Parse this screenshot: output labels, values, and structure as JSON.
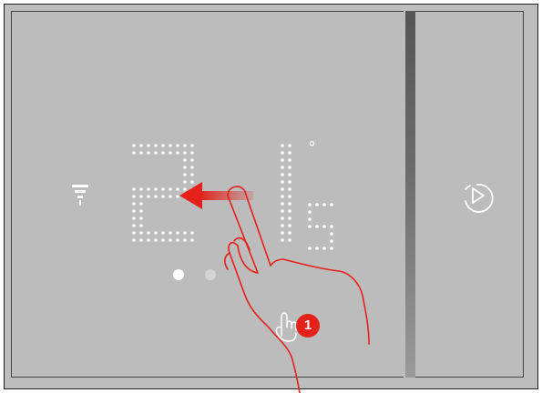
{
  "thermostat": {
    "temperature": "21.5",
    "integer_digits": "21",
    "decimal_digit": "5",
    "degree_symbol": "°",
    "page_indicator": {
      "count": 2,
      "active_index": 0
    }
  },
  "gesture": {
    "type": "swipe-left",
    "step_number": "1"
  },
  "icons": {
    "left": "wifi-signal-icon",
    "side": "play-icon",
    "hand": "hand-pointer-icon",
    "tap": "tap-hand-icon"
  },
  "colors": {
    "device": "#bdbdbd",
    "dots": "#ffffff",
    "accent": "#e4211b",
    "outline": "#e4211b"
  }
}
